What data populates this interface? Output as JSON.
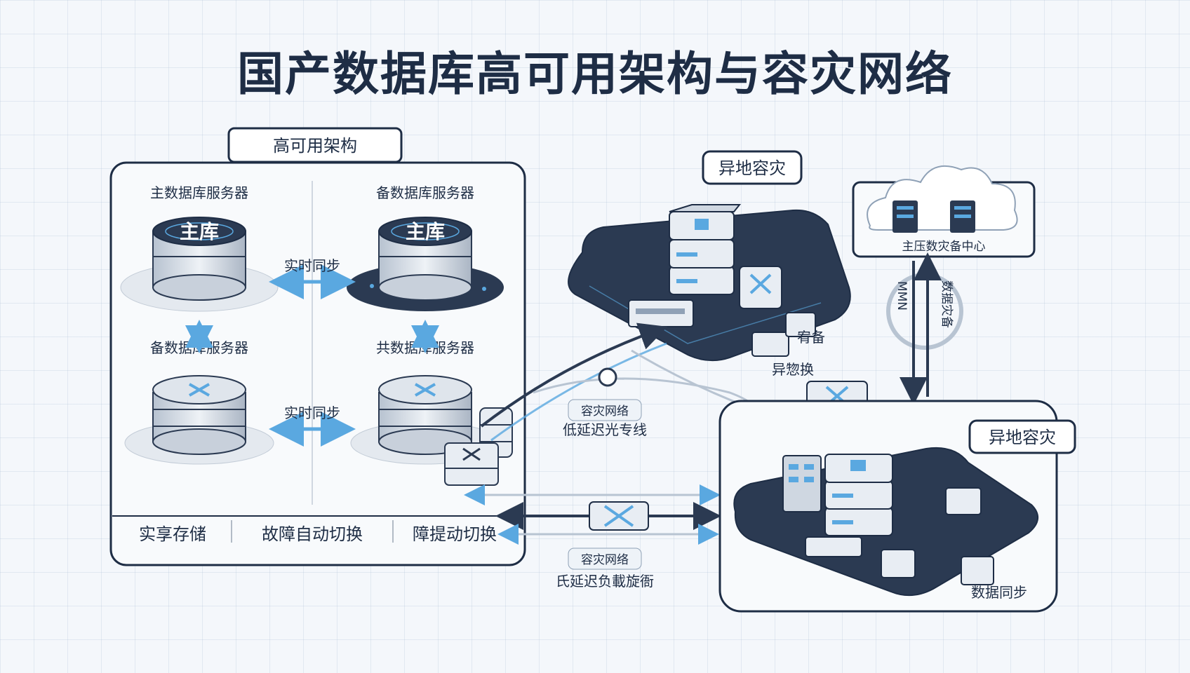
{
  "title": "国产数据库高可用架构与容灾网络",
  "ha_panel": {
    "title": "高可用架构",
    "primary_server": "主数据库服务器",
    "standby_server_top": "备数据库服务器",
    "standby_server_bottom": "备数据库服务器",
    "shared_server": "共数据库服务器",
    "db_badge_left": "主库",
    "db_badge_right": "主库",
    "sync_top": "实时同步",
    "sync_bottom": "实时同步",
    "footer": [
      "实享存储",
      "故障自动切换",
      "障提动切换"
    ]
  },
  "dr_top": {
    "title": "异地容灾",
    "standby_label": "宥备",
    "switch_label": "异惣换"
  },
  "cloud": {
    "label": "主压数灾备中心",
    "vertical_left": "MMN",
    "vertical_right": "数据灾备"
  },
  "links": {
    "upper_title": "容灾网络",
    "upper_sub": "低延迟光专线",
    "lower_title": "容灾网络",
    "lower_sub": "氏延迟负載旋衙"
  },
  "dr_bottom": {
    "title": "异地容灾",
    "sync_label": "数据同步"
  },
  "colors": {
    "navy": "#1e2d45",
    "accent": "#5aa8e0",
    "device_light": "#e8edf3",
    "device_dark": "#2b3a52"
  }
}
